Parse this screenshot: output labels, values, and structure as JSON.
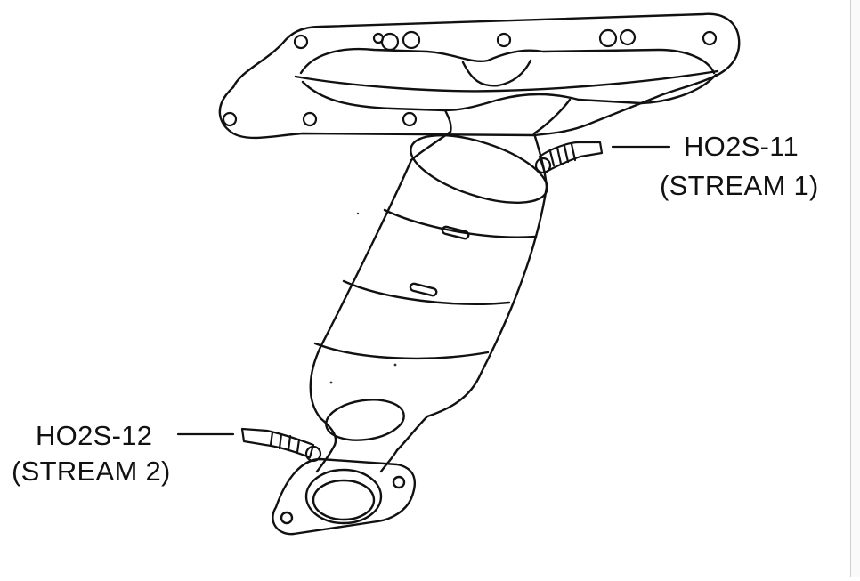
{
  "sensors": {
    "upstream": {
      "name": "HO2S-11",
      "stream": "(STREAM 1)"
    },
    "downstream": {
      "name": "HO2S-12",
      "stream": "(STREAM 2)"
    }
  },
  "colors": {
    "line": "#111111",
    "background": "#ffffff"
  }
}
